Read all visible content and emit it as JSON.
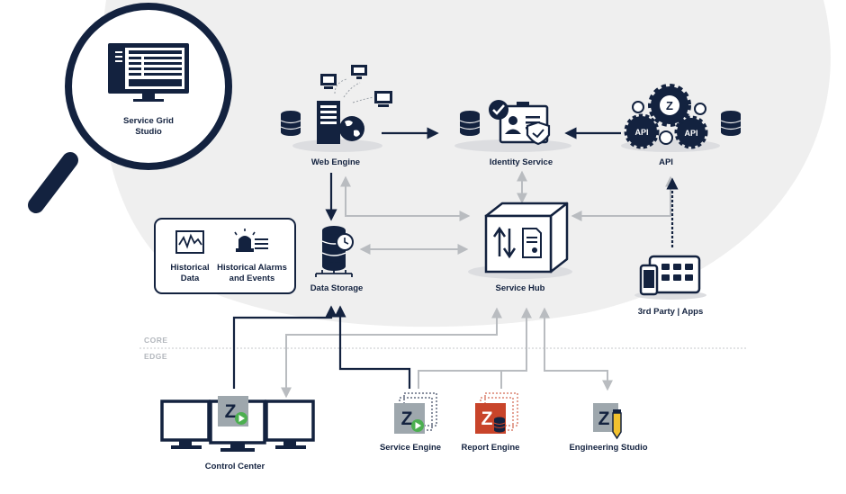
{
  "zones": {
    "core": "CORE",
    "edge": "EDGE"
  },
  "nodes": {
    "service_grid_studio": {
      "line1": "Service Grid",
      "line2": "Studio"
    },
    "web_engine": "Web Engine",
    "identity_service": "Identity Service",
    "api": "API",
    "api_badge": "API",
    "z_mark": "Z",
    "data_storage": "Data Storage",
    "service_hub": "Service Hub",
    "historical_data": {
      "line1": "Historical",
      "line2": "Data"
    },
    "historical_alarms": {
      "line1": "Historical Alarms",
      "line2": "and Events"
    },
    "third_party": "3rd Party | Apps",
    "control_center": "Control Center",
    "service_engine": "Service Engine",
    "report_engine": "Report Engine",
    "engineering_studio": "Engineering Studio"
  },
  "colors": {
    "navy": "#13223f",
    "gray_arrow": "#b9bcc0",
    "background_arc": "#efefef",
    "report_red": "#c8442a",
    "play_green": "#4caf50",
    "pencil_yellow": "#f2c12e"
  }
}
